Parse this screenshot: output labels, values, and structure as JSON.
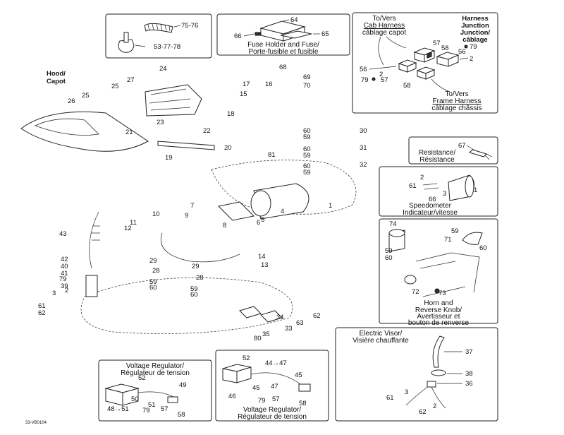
{
  "diagram": {
    "reference_code": "33-VB0104",
    "insets": {
      "fuse_holder": {
        "caption_line1": "Fuse Holder and Fuse/",
        "caption_line2": "Porte-fusible et fusible",
        "parts": [
          "64",
          "66",
          "65"
        ]
      },
      "harness_junction": {
        "left_title_line1": "To/Vers",
        "left_title_line2": "Cab Harness",
        "left_title_line3": "câblage capot",
        "right_title_line1": "Harness",
        "right_title_line2": "Junction",
        "right_title_line3": "Junction/",
        "right_title_line4": "câblage",
        "bottom_title_line1": "To/Vers",
        "bottom_title_line2": "Frame Harness",
        "bottom_title_line3": "câblage châssis",
        "parts": [
          "57",
          "58",
          "79",
          "56",
          "2",
          "56",
          "2",
          "79",
          "57",
          "58"
        ]
      },
      "resistance": {
        "caption_line1": "Resistance/",
        "caption_line2": "Résistance",
        "parts": [
          "67"
        ]
      },
      "speedometer": {
        "caption_line1": "Speedometer",
        "caption_line2": "Indicateur/vitesse",
        "parts": [
          "2",
          "61",
          "3",
          "1",
          "66"
        ]
      },
      "horn_knob": {
        "caption_line1": "Horn and",
        "caption_line2": "Reverse Knob/",
        "caption_line3": "Avertisseur et",
        "caption_line4": "bouton de renverse",
        "parts": [
          "74",
          "59",
          "71",
          "60",
          "59",
          "60",
          "72",
          "73"
        ]
      },
      "electric_visor": {
        "caption_line1": "Electric Visor/",
        "caption_line2": "Visière chauffante",
        "parts": [
          "37",
          "38",
          "36",
          "3",
          "2",
          "61",
          "62"
        ]
      },
      "voltage_regulator_left": {
        "caption_line1": "Voltage Regulator/",
        "caption_line2": "Régulateur de tension",
        "parts": [
          "52",
          "49",
          "50",
          "51",
          "48→51",
          "79",
          "57",
          "58"
        ]
      },
      "voltage_regulator_right": {
        "caption_line1": "Voltage Regulator/",
        "caption_line2": "Régulateur de tension",
        "parts": [
          "52",
          "44→47",
          "45",
          "45",
          "47",
          "46",
          "79",
          "57",
          "58"
        ]
      },
      "grips": {
        "parts": [
          "75-76",
          "53-77-78"
        ]
      }
    },
    "hood_label_line1": "Hood/",
    "hood_label_line2": "Capot",
    "callouts": {
      "c24": "24",
      "c27": "27",
      "c25a": "25",
      "c25b": "25",
      "c26": "26",
      "c15": "15",
      "c17": "17",
      "c16": "16",
      "c68": "68",
      "c69": "69",
      "c70": "70",
      "c18": "18",
      "c23": "23",
      "c21": "21",
      "c22": "22",
      "c20": "20",
      "c19": "19",
      "c60a": "60",
      "c59a": "59",
      "c30": "30",
      "c60b": "60",
      "c59b": "59",
      "c31": "31",
      "c60c": "60",
      "c59c": "59",
      "c32": "32",
      "c81": "81",
      "c1": "1",
      "c7": "7",
      "c9": "9",
      "c4": "4",
      "c8": "8",
      "c5": "5",
      "c6": "6",
      "c10": "10",
      "c11": "11",
      "c12": "12",
      "c43": "43",
      "c29a": "29",
      "c28a": "28",
      "c59d": "59",
      "c60d": "60",
      "c29b": "29",
      "c28b": "28",
      "c59e": "59",
      "c60e": "60",
      "c14": "14",
      "c13": "13",
      "c42": "42",
      "c40": "40",
      "c41": "41",
      "c79": "79",
      "c39": "39",
      "c3": "3",
      "c2": "2",
      "c61": "61",
      "c62a": "62",
      "c34": "34",
      "c33": "33",
      "c63": "63",
      "c62b": "62",
      "c35": "35",
      "c80": "80"
    }
  }
}
